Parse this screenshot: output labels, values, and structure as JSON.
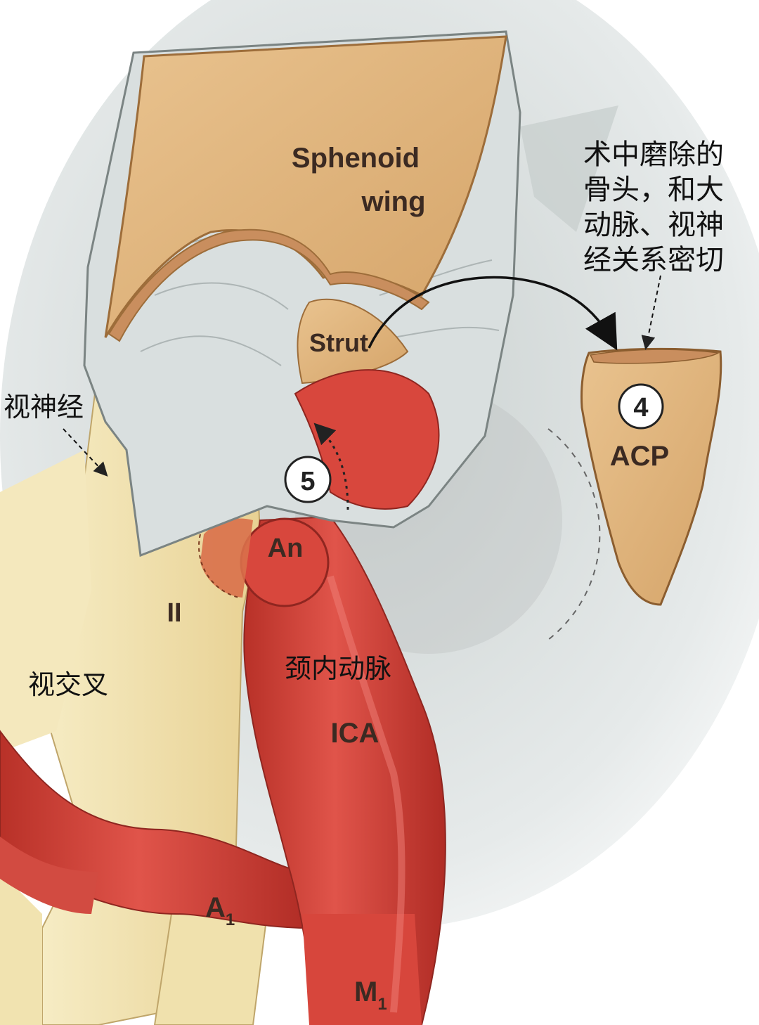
{
  "labels": {
    "sphenoid_line1": "Sphenoid",
    "sphenoid_line2": "wing",
    "strut": "Strut",
    "acp": "ACP",
    "num4": "4",
    "num5": "5",
    "an": "An",
    "optic_ii": "II",
    "ica": "ICA",
    "a1_main": "A",
    "a1_sub": "1",
    "m1_main": "M",
    "m1_sub": "1"
  },
  "annotations": {
    "note_line1": "术中磨除的",
    "note_line2": "骨头，和大",
    "note_line3": "动脉、视神",
    "note_line4": "经关系密切",
    "optic_nerve": "视神经",
    "chiasm": "视交叉",
    "internal_carotid": "颈内动脉"
  },
  "colors": {
    "bone": "#e4bb84",
    "dura": "#d7dddd",
    "nerve": "#f1e2ac",
    "artery": "#d8473d",
    "artery_dark": "#b32f29"
  }
}
